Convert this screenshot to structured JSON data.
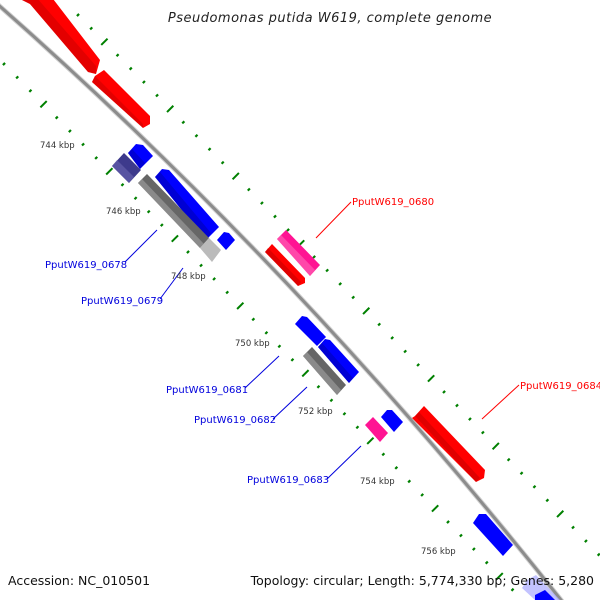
{
  "title": "Pseudomonas putida W619, complete genome",
  "footer": {
    "accession": "Accession: NC_010501",
    "summary": "Topology: circular; Length: 5,774,330 bp; Genes: 5,280"
  },
  "colors": {
    "backbone": "#8c8c8c",
    "forward_cds": "#ff0000",
    "reverse_cds": "#0000ff",
    "pink": "#ff1493",
    "gray_feature": "#666666",
    "light_gray_feature": "#bbbbbb",
    "purple_feature": "#3d3a8c",
    "ticks": "#008000",
    "label_forward": "#ff0000",
    "label_reverse": "#0000dd"
  },
  "tick_labels": [
    {
      "id": "t744",
      "text": "744 kbp"
    },
    {
      "id": "t746",
      "text": "746 kbp"
    },
    {
      "id": "t748",
      "text": "748 kbp"
    },
    {
      "id": "t750",
      "text": "750 kbp"
    },
    {
      "id": "t752",
      "text": "752 kbp"
    },
    {
      "id": "t754",
      "text": "754 kbp"
    },
    {
      "id": "t756",
      "text": "756 kbp"
    }
  ],
  "gene_labels": [
    {
      "id": "g0678",
      "text": "PputW619_0678",
      "strand": "reverse"
    },
    {
      "id": "g0679",
      "text": "PputW619_0679",
      "strand": "reverse"
    },
    {
      "id": "g0680",
      "text": "PputW619_0680",
      "strand": "forward"
    },
    {
      "id": "g0681",
      "text": "PputW619_0681",
      "strand": "reverse"
    },
    {
      "id": "g0682",
      "text": "PputW619_0682",
      "strand": "reverse"
    },
    {
      "id": "g0683",
      "text": "PputW619_0683",
      "strand": "reverse"
    },
    {
      "id": "g0684",
      "text": "PputW619_0684",
      "strand": "forward"
    }
  ]
}
